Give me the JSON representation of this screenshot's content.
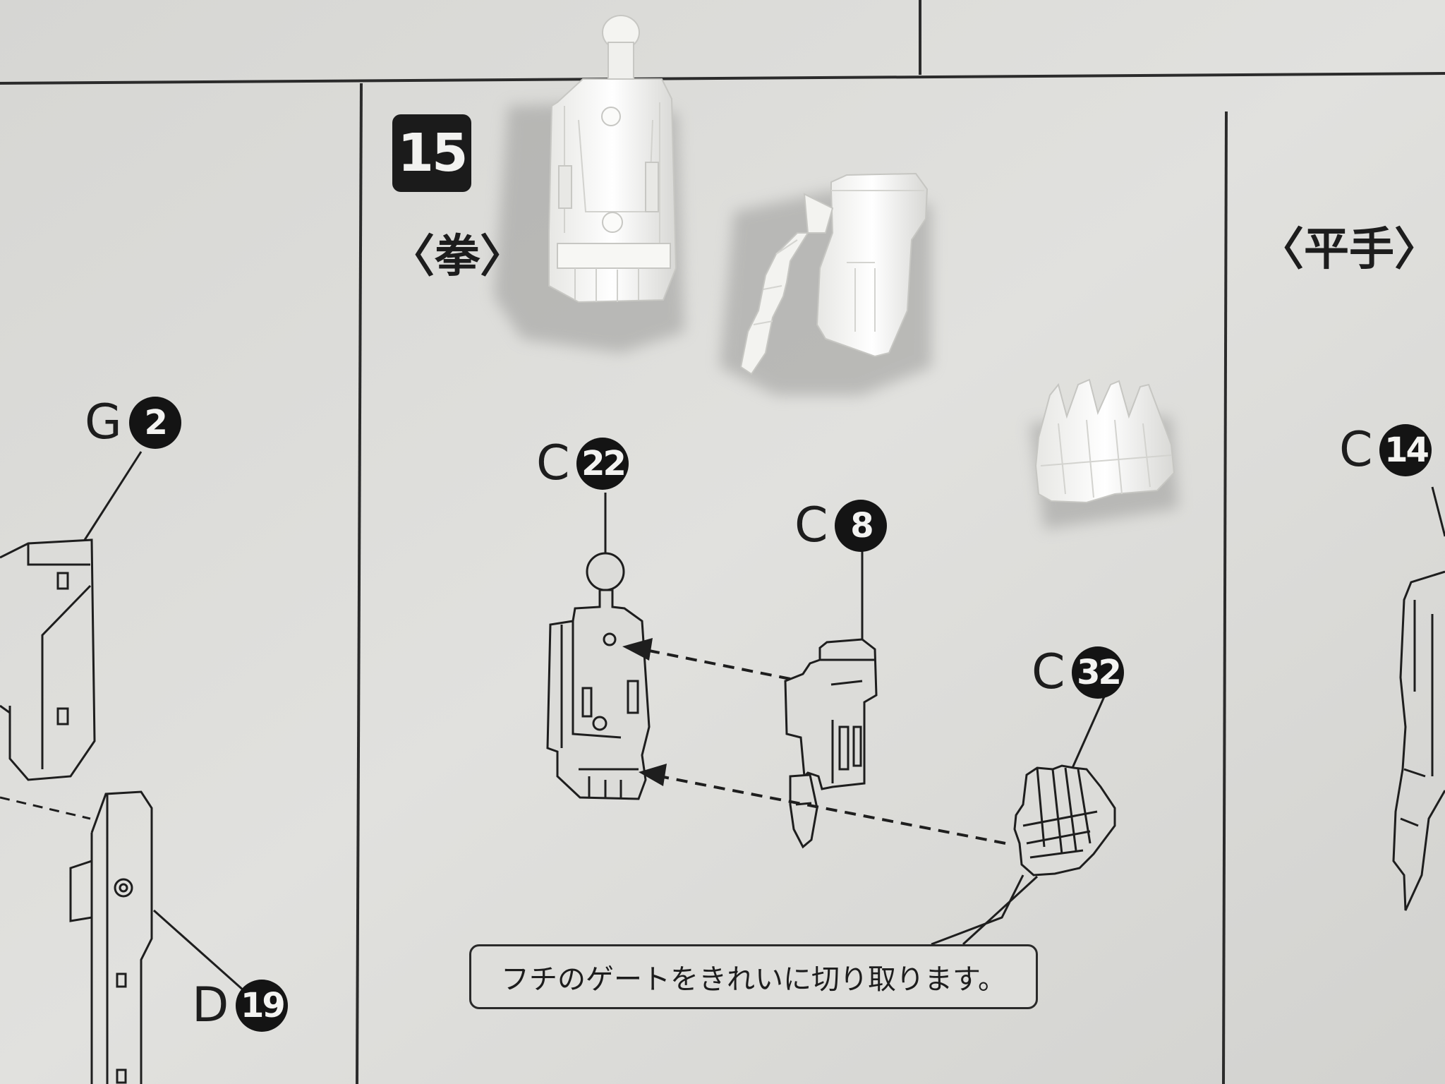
{
  "step": "15",
  "section_fist": "〈拳〉",
  "section_open_hand": "〈平手〉",
  "parts": {
    "g2": {
      "letter": "G",
      "number": "2"
    },
    "d19": {
      "letter": "D",
      "number": "19"
    },
    "c22": {
      "letter": "C",
      "number": "22"
    },
    "c8": {
      "letter": "C",
      "number": "8"
    },
    "c32": {
      "letter": "C",
      "number": "32"
    },
    "c14": {
      "letter": "C",
      "number": "14"
    }
  },
  "note": "フチのゲートをきれいに切り取ります。"
}
